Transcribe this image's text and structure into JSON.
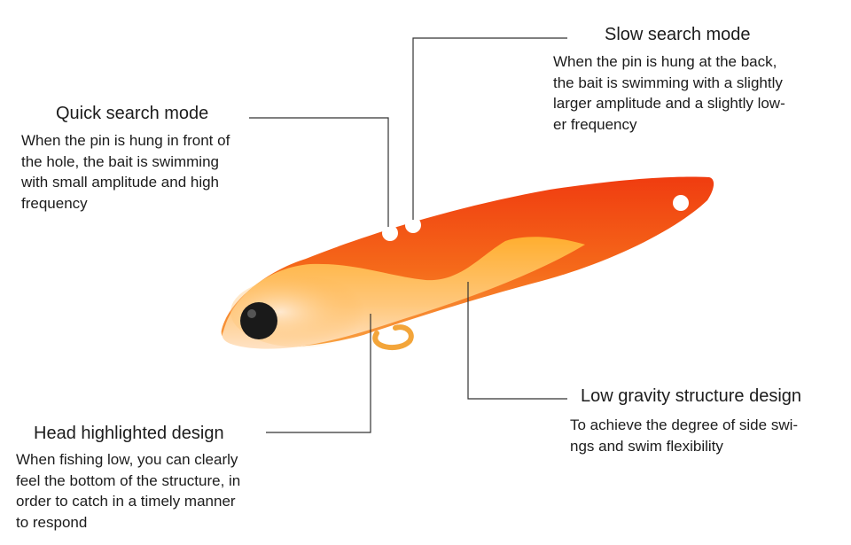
{
  "callouts": {
    "slow": {
      "title": "Slow search mode",
      "lines": [
        "When the pin is hung at the back,",
        "the bait is swimming with a slightly",
        "larger amplitude and a slightly low-",
        "er frequency"
      ]
    },
    "quick": {
      "title": "Quick search mode",
      "lines": [
        "When the pin is hung in front of",
        "the hole, the bait is swimming",
        "with small amplitude and high",
        "frequency"
      ]
    },
    "gravity": {
      "title": "Low gravity structure design",
      "lines": [
        "To achieve the degree of side swi-",
        "ngs and swim flexibility"
      ]
    },
    "head": {
      "title": "Head highlighted design",
      "lines": [
        "When fishing low, you can clearly",
        "feel the bottom of the structure, in",
        "order to catch in a timely manner",
        "to respond"
      ]
    }
  },
  "colors": {
    "back": "#f24a12",
    "belly": "#ffb347",
    "belly_light": "#ffd9b0",
    "eye": "#1a1a1a",
    "line": "#333333"
  }
}
